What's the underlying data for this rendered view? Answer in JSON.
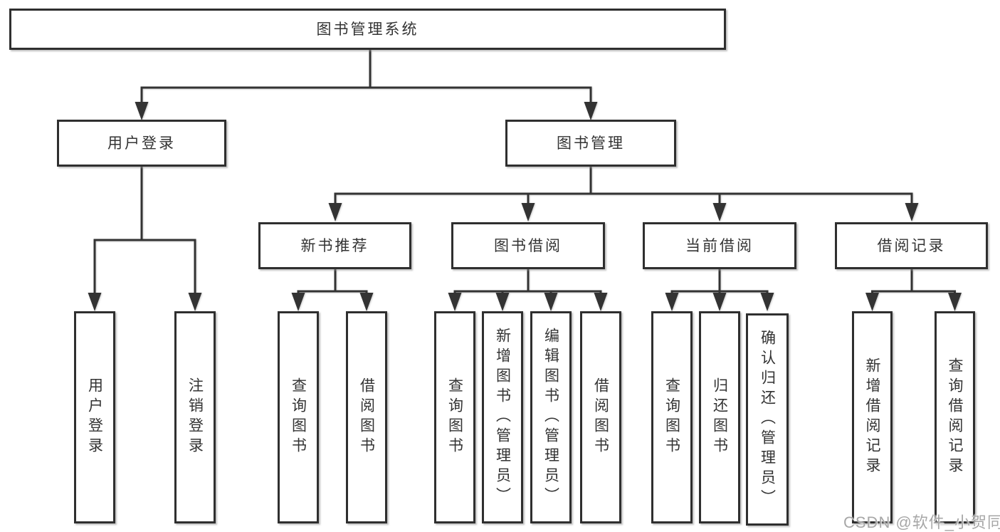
{
  "diagram": {
    "root": {
      "label": "图书管理系统"
    },
    "level2": [
      {
        "label": "用户登录"
      },
      {
        "label": "图书管理"
      }
    ],
    "level3": [
      {
        "label": "新书推荐"
      },
      {
        "label": "图书借阅"
      },
      {
        "label": "当前借阅"
      },
      {
        "label": "借阅记录"
      }
    ],
    "leaves": {
      "user_login": [
        {
          "label": "用户登录"
        },
        {
          "label": "注销登录"
        }
      ],
      "new_book_recommend": [
        {
          "label": "查询图书"
        },
        {
          "label": "借阅图书"
        }
      ],
      "book_borrowing": [
        {
          "label": "查询图书"
        },
        {
          "label": "新增图书（管理员）"
        },
        {
          "label": "编辑图书（管理员）"
        },
        {
          "label": "借阅图书"
        }
      ],
      "current_borrowing": [
        {
          "label": "查询图书"
        },
        {
          "label": "归还图书"
        },
        {
          "label": "确认归还（管理员）"
        }
      ],
      "borrowing_records": [
        {
          "label": "新增借阅记录"
        },
        {
          "label": "查询借阅记录"
        }
      ]
    }
  },
  "watermark": {
    "text": "CSDN @软件_小贺同学"
  },
  "colors": {
    "line": "#333333",
    "box_border": "#2f2f2f",
    "box_fill": "#ffffff",
    "text": "#333333",
    "watermark": "#a7a7a7",
    "background": "#ffffff"
  }
}
